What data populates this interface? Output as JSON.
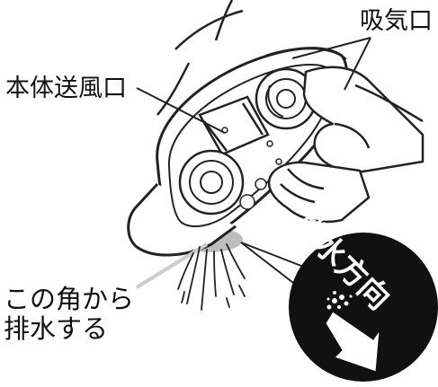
{
  "labels": {
    "air_intake": "吸気口",
    "main_outlet": "本体送風口",
    "drain_corner_line1": "この角から",
    "drain_corner_line2": "排水する"
  },
  "badge": {
    "direction_text": "排水方向",
    "icon": "down-arrow-icon",
    "background_color": "#111111",
    "arrow_color": "#ffffff"
  },
  "colors": {
    "line": "#222222",
    "drain_highlight": "#b8b8b8",
    "background": "#ffffff"
  }
}
